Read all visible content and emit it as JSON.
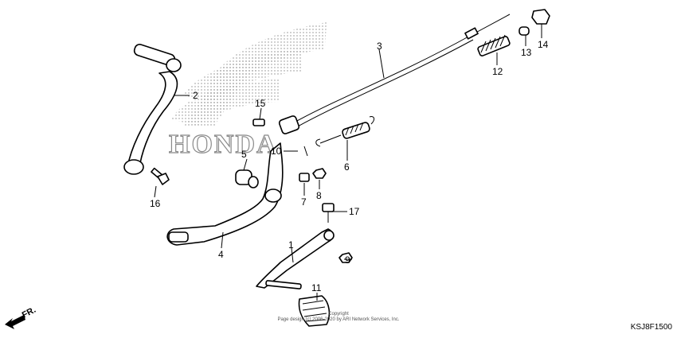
{
  "callouts": [
    "1",
    "2",
    "3",
    "4",
    "5",
    "6",
    "7",
    "8",
    "9",
    "10",
    "11",
    "12",
    "13",
    "14",
    "15",
    "16",
    "17"
  ],
  "watermark": {
    "brand": "HONDA",
    "line1": "Copyright",
    "line2": "Page design (c) 2006-2020 by ARI Network Services, Inc."
  },
  "diagram_code": "KSJ8F1500",
  "direction_label": "FR."
}
